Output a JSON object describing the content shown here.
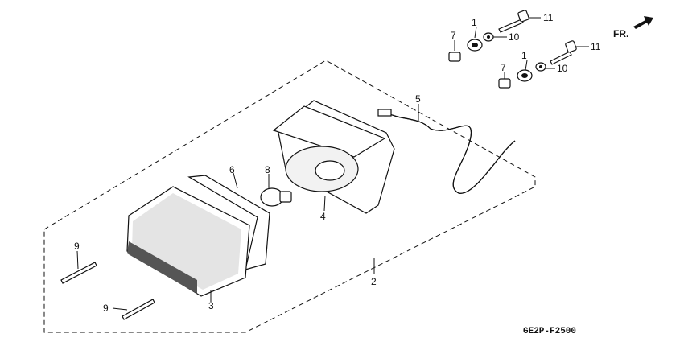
{
  "diagram": {
    "code": "GE2P-F2500",
    "direction_marker": "FR.",
    "direction_icon": "arrow-icon",
    "callouts": [
      "1",
      "1",
      "2",
      "3",
      "4",
      "5",
      "6",
      "7",
      "7",
      "8",
      "9",
      "9",
      "10",
      "10",
      "11",
      "11"
    ]
  }
}
